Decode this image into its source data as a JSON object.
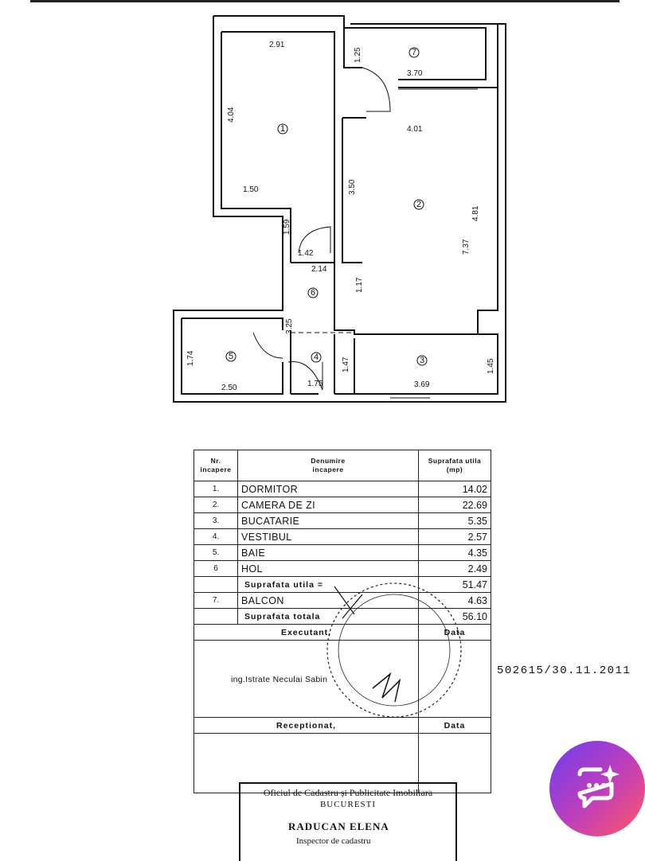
{
  "plan": {
    "rooms": [
      {
        "num": "1"
      },
      {
        "num": "2"
      },
      {
        "num": "3"
      },
      {
        "num": "4"
      },
      {
        "num": "5"
      },
      {
        "num": "6"
      },
      {
        "num": "7"
      }
    ],
    "dimensions": [
      "2.91",
      "4.04",
      "1.50",
      "1.59",
      "1.42",
      "2.14",
      "1.25",
      "3.70",
      "4.01",
      "3.50",
      "4.81",
      "7.37",
      "1.17",
      "3.25",
      "1.74",
      "2.50",
      "1.47",
      "1.75",
      "3.69",
      "1.45"
    ]
  },
  "table": {
    "header": {
      "nr": "Nr.\nincapere",
      "name": "Denumire\nincapere",
      "area": "Suprafata utila\n(mp)"
    },
    "rows": [
      {
        "nr": "1.",
        "name": "DORMITOR",
        "area": "14.02"
      },
      {
        "nr": "2.",
        "name": "CAMERA DE ZI",
        "area": "22.69"
      },
      {
        "nr": "3.",
        "name": "BUCATARIE",
        "area": "5.35"
      },
      {
        "nr": "4.",
        "name": "VESTIBUL",
        "area": "2.57"
      },
      {
        "nr": "5.",
        "name": "BAIE",
        "area": "4.35"
      },
      {
        "nr": "6",
        "name": "HOL",
        "area": "2.49"
      }
    ],
    "suprafata_utila": {
      "label": "Suprafata utila =",
      "value": "51.47"
    },
    "balcon": {
      "nr": "7.",
      "name": "BALCON",
      "area": "4.63"
    },
    "suprafata_totala": {
      "label": "Suprafata totala",
      "value": "56.10"
    },
    "executant_label": "Executant,",
    "data_label": "Data",
    "executant_name": "ing.Istrate Neculai Sabin",
    "receptionat_label": "Receptionat,",
    "data_label2": "Data"
  },
  "stamp": {
    "line1": "Oficiul de Cadastru și Publicitate Imobiliara",
    "line2": "BUCURESTI",
    "line3": "RADUCAN ELENA",
    "line4": "Inspector de cadastru"
  },
  "side_code": "502615/30.11.2011",
  "colors": {
    "fab_start": "#6b3df0",
    "fab_end": "#ff5a5f"
  },
  "fab_icon": "chat-sparkle-icon"
}
